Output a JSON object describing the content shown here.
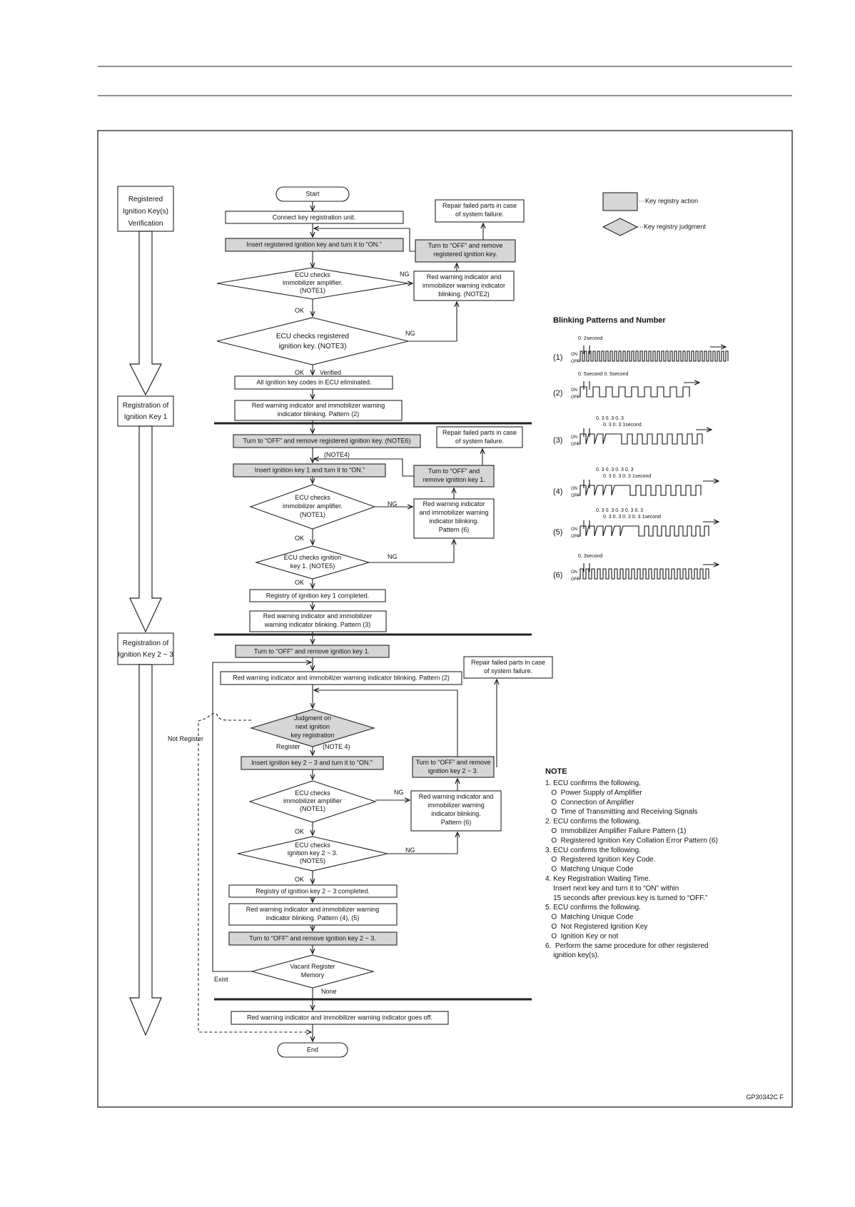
{
  "phases": [
    "Registered|Ignition Key(s)|Verification",
    "Registration of|Ignition Key 1",
    "Registration of|Ignition Key 2 ~ 3"
  ],
  "legend": {
    "action": "···Key registry action",
    "judgment": "···Key registry judgment"
  },
  "flow": {
    "start": "Start",
    "connect": "Connect key registration unit.",
    "insert_reg": "Insert registered ignition key and turn it to “ON.”",
    "repair": "Repair failed parts in case|of system failure.",
    "turn_off_reg": "Turn to “OFF” and remove|registered ignition key.",
    "d_amp1": "ECU checks|immobilizer amplifier.|(NOTE1)",
    "red_blink_note2": "Red warning indicator and|immobilizer warning indicator|blinking. (NOTE2)",
    "d_reg_key": "ECU checks registered|ignition key. (NOTE3)",
    "all_eliminated": "All ignition key codes in ECU eliminated.",
    "red_blink_p2": "Red warning indicator and immobilizer warning|indicator blinking. Pattern (2)",
    "turn_off_note6": "Turn to “OFF” and remove registered ignition key. (NOTE6)",
    "insert_key1": "Insert ignition key 1 and turn it to “ON.”",
    "turn_off_key1_r": "Turn to “OFF” and|remove ignition key 1.",
    "d_amp2": "ECU checks|immobilizer amplifier.|(NOTE1)",
    "red_blink_p6a": "Red warning indicator|and immobilizer warning|indicator blinking.|Pattern (6)",
    "d_key1": "ECU checks ignition|key 1. (NOTE5)",
    "key1_completed": "Registry of ignition key 1 completed.",
    "red_blink_p3": "Red warning indicator and immobilizer|warning indicator blinking. Pattern (3)",
    "turn_off_key1": "Turn to “OFF” and remove ignition key 1.",
    "red_blink_p2b": "Red warning indicator and immobilizer warning indicator blinking. Pattern (2)",
    "d_judgment": "Judgment on|next ignition|key registration",
    "insert_key23": "Insert ignition key 2 ~ 3 and turn it to “ON.”",
    "turn_off_key23_r": "Turn to “OFF” and remove|ignition key 2 ~ 3.",
    "d_amp3": "ECU checks|immobilizer amplifier|(NOTE1)",
    "red_blink_p6b": "Red warning indicator and|immobilizer warning|indicator blinking.|Pattern (6)",
    "d_key23": "ECU checks|ignition key 2 ~ 3.|(NOTE5)",
    "key23_completed": "Registry of ignition key 2 ~ 3 completed.",
    "red_blink_p45": "Red warning indicator and immobilizer warning|indicator blinking. Pattern (4), (5)",
    "turn_off_key23": "Turn to “OFF” and remove ignition key 2 ~ 3.",
    "d_vacant": "Vacant Register|Memory",
    "goes_off": "Red warning indicator and immobilizer warning indicator goes off.",
    "end": "End",
    "lbl_ok": "OK",
    "lbl_ng": "NG",
    "lbl_verified": "Verified",
    "lbl_note4": "(NOTE4)",
    "lbl_register": "Register",
    "lbl_note4b": "(NOTE 4)",
    "lbl_not_register": "Not Register",
    "lbl_exist": "Exist",
    "lbl_none": "None"
  },
  "blink": {
    "title": "Blinking Patterns and Number",
    "on": "ON",
    "off": "OFF",
    "p1": {
      "label": "(1)",
      "timing": "0. 2second"
    },
    "p2": {
      "label": "(2)",
      "timing": "0. 5second  0. 5second"
    },
    "p3": {
      "label": "(3)",
      "timing": "0. 3  0. 3  0. 3",
      "timing2": "0. 3  0. 3   1second"
    },
    "p4": {
      "label": "(4)",
      "timing": "0. 3  0. 3  0. 3  0. 3",
      "timing2": "0. 3  0. 3  0. 3     1second"
    },
    "p5": {
      "label": "(5)",
      "timing": "0. 3  0. 3  0. 3  0. 3  0. 3",
      "timing2": "0. 3  0. 3  0. 3  0. 3   1second"
    },
    "p6": {
      "label": "(6)",
      "timing": "0. 3second"
    }
  },
  "note": {
    "title": "NOTE",
    "lines": [
      "1. ECU confirms the following.",
      "   O  Power Supply of Amplifier",
      "   O  Connection of Amplifier",
      "   O  Time of Transmitting and Receiving Signals",
      "2. ECU confirms the following.",
      "   O  Immobilizer Amplifier Failure Pattern (1)",
      "   O  Registered Ignition Key Collation Error Pattern (6)",
      "3. ECU confirms the following.",
      "   O  Registered Ignition Key Code.",
      "   O  Matching Unique Code",
      "4. Key Registration Waiting Time.",
      "    Insert next key and turn it to “ON” within",
      "    15 seconds after previous key is turned to “OFF.”",
      "5. ECU confirms the following.",
      "   O  Matching Unique Code",
      "   O  Not Registered Ignition Key",
      "   O  Ignition Key or not",
      "6.  Perform the same procedure for other registered",
      "    ignition key(s)."
    ]
  },
  "code": "GP30342C  F"
}
